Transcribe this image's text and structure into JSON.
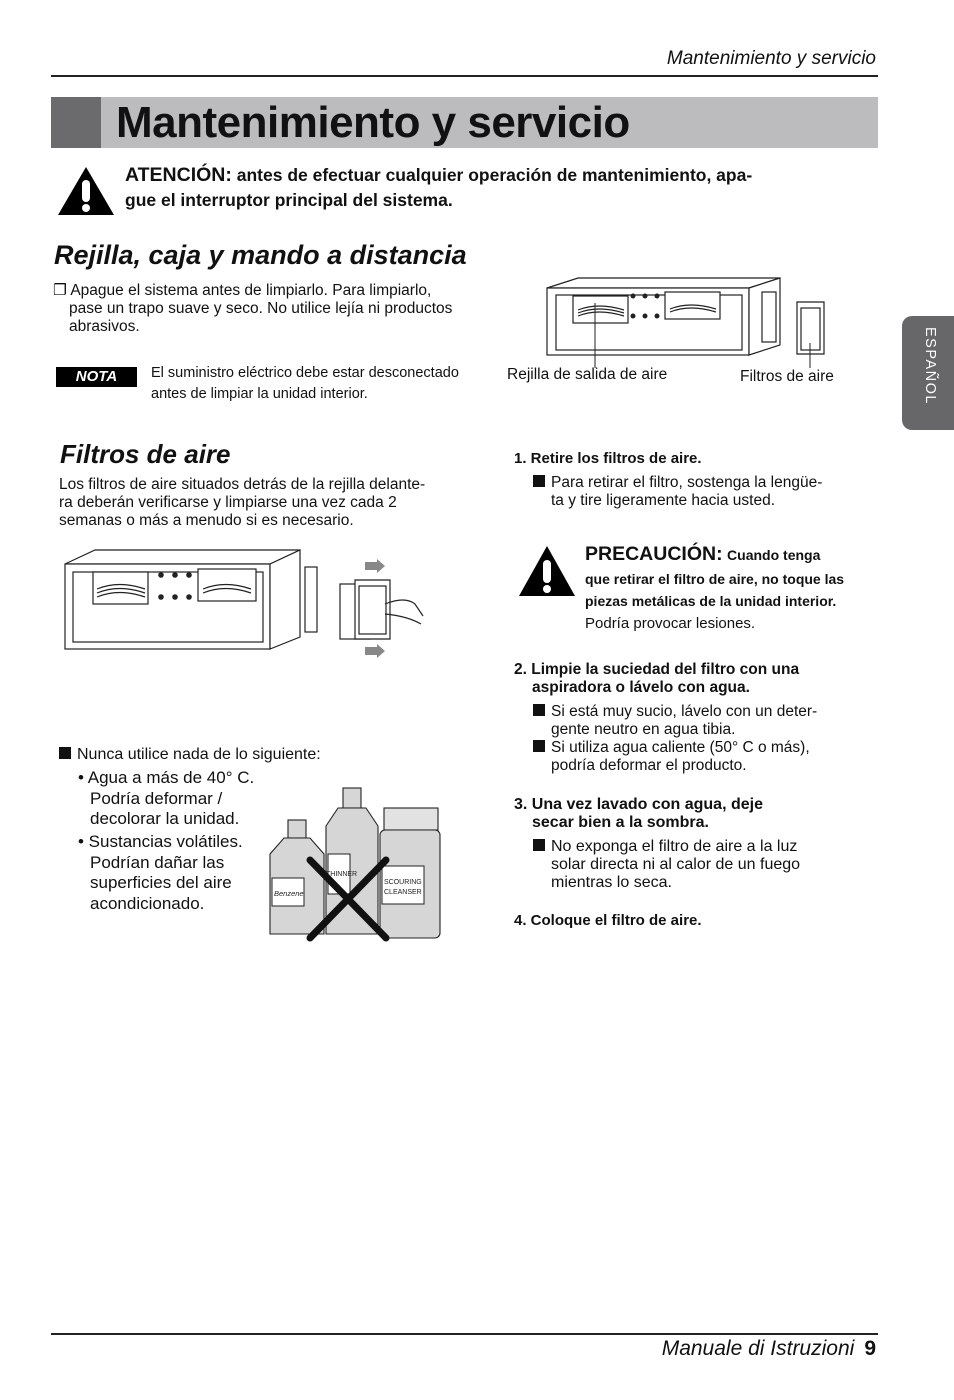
{
  "header": {
    "running_title": "Mantenimiento y servicio"
  },
  "title": "Mantenimiento y servicio",
  "warning": {
    "label": "ATENCIÓN:",
    "line1": " antes de efectuar cualquier operación de mantenimiento, apa-",
    "line2": "gue el interruptor principal del sistema."
  },
  "section1": {
    "heading": "Rejilla, caja y mando a distancia",
    "para": [
      "❐ Apague el sistema antes de limpiarlo. Para limpiarlo,",
      "pase un trapo suave y seco. No utilice lejía ni productos",
      "abrasivos."
    ],
    "note_badge": "NOTA",
    "note_text": [
      "El suministro eléctrico debe estar desconectado",
      "antes de limpiar la unidad interior."
    ],
    "figure_labels": {
      "grille": "Rejilla de salida de aire",
      "filters": "Filtros de aire"
    }
  },
  "section2": {
    "heading": "Filtros de aire",
    "para": [
      "Los filtros de aire situados detrás de la rejilla delante-",
      "ra deberán verificarse y limpiarse una vez cada 2",
      "semanas o más a menudo si es necesario."
    ],
    "never_title": "Nunca utilice nada de lo siguiente:",
    "never_items": [
      [
        "• Agua a más de 40° C.",
        "Podría deformar /",
        "decolorar la unidad."
      ],
      [
        "• Sustancias volátiles.",
        "Podrían dañar las",
        "superficies del aire",
        "acondicionado."
      ]
    ],
    "bottle_labels": [
      "Benzene",
      "THINNER",
      "SCOURING",
      "CLEANSER"
    ]
  },
  "steps": {
    "s1_title": "1. Retire los filtros de aire.",
    "s1_bullet": [
      "Para retirar el filtro, sostenga la lengüe-",
      "ta y tire ligeramente hacia usted."
    ],
    "caution_label": "PRECAUCIÓN:",
    "caution_small": "Cuando tenga",
    "caution_lines": [
      "que retirar el filtro de aire, no toque las",
      "piezas metálicas de la unidad interior."
    ],
    "caution_plain": "Podría provocar lesiones.",
    "s2_title": [
      "2. Limpie la suciedad del filtro con una",
      "aspiradora o lávelo con agua."
    ],
    "s2_bullets": [
      [
        "Si está muy sucio, lávelo con un deter-",
        "gente neutro en agua tibia."
      ],
      [
        "Si utiliza agua caliente (50° C o más),",
        "podría deformar el producto."
      ]
    ],
    "s3_title": [
      "3. Una vez lavado con agua, deje",
      "secar bien a la sombra."
    ],
    "s3_bullet": [
      "No exponga el filtro de aire a la luz",
      "solar directa ni al calor de un fuego",
      "mientras lo seca."
    ],
    "s4_title": "4. Coloque el filtro de aire."
  },
  "side_tab": "ESPAÑOL",
  "footer": {
    "manual": "Manuale di Istruzioni",
    "page": "9"
  }
}
